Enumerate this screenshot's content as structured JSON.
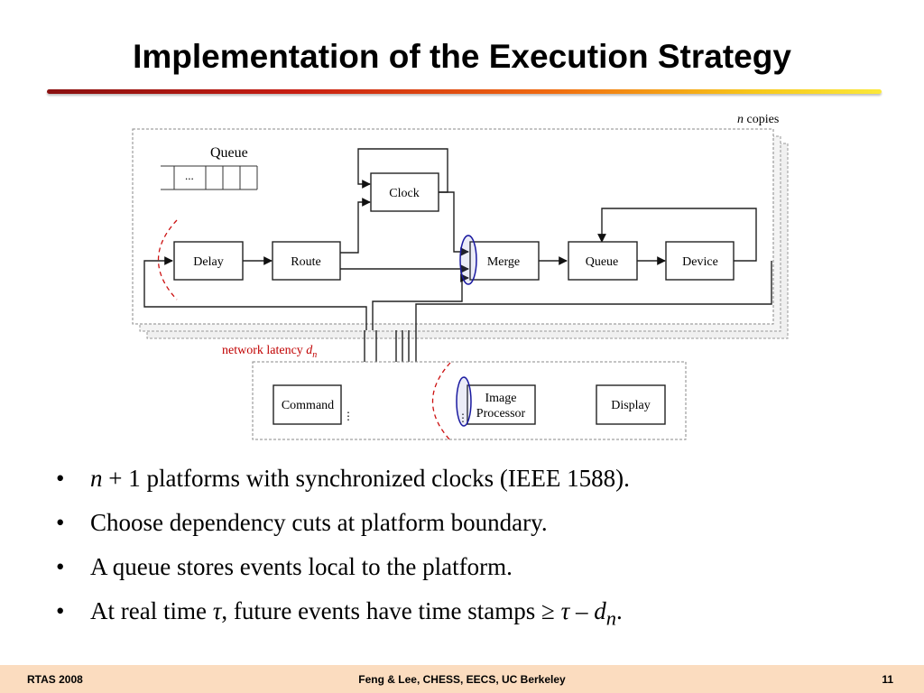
{
  "slide": {
    "title": "Implementation of the Execution Strategy"
  },
  "diagram": {
    "copies_label_n": "n",
    "copies_label_rest": " copies",
    "queue_caption": "Queue",
    "queue_ellipsis": "...",
    "blocks": {
      "clock": "Clock",
      "delay": "Delay",
      "route": "Route",
      "merge": "Merge",
      "queue": "Queue",
      "device": "Device",
      "command": "Command",
      "image_processor_line1": "Image",
      "image_processor_line2": "Processor",
      "display": "Display"
    },
    "latency_label": "network latency ",
    "latency_symbol": "d",
    "latency_subscript": "n",
    "port_dots": "⋮"
  },
  "bullets": [
    {
      "pre_italic": "n",
      "text": " + 1 platforms with synchronized clocks (IEEE 1588)."
    },
    {
      "text": "Choose dependency cuts at platform boundary."
    },
    {
      "text": "A queue stores events local to the platform."
    },
    {
      "pre": "At real time ",
      "tau1": "τ",
      "mid": ", future events have time stamps ≥ ",
      "tau2": "τ",
      "dash": " – ",
      "d": "d",
      "sub": "n",
      "end": "."
    }
  ],
  "footer": {
    "left": "RTAS 2008",
    "center": "Feng & Lee, CHESS, EECS, UC Berkeley",
    "right": "11"
  },
  "colors": {
    "title_rule_start": "#8a1010",
    "title_rule_end": "#fbe83a",
    "latency_red": "#c00000",
    "cut_blue": "#1a1aa0",
    "footer_bg": "#fbdcbf"
  }
}
